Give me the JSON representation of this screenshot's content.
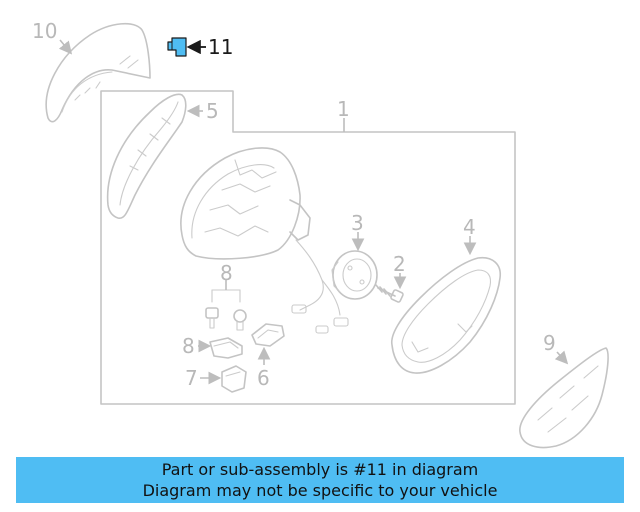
{
  "diagram": {
    "highlighted_part": "11",
    "callouts": {
      "c1": "1",
      "c2": "2",
      "c3": "3",
      "c4": "4",
      "c5": "5",
      "c6": "6",
      "c7": "7",
      "c8a": "8",
      "c8b": "8",
      "c9": "9",
      "c10": "10",
      "c11": "11"
    },
    "colors": {
      "highlight": "#4fbdf3",
      "linework": "#c4c4c4",
      "banner": "#4fbdf3"
    }
  },
  "banner": {
    "line1": "Part or sub-assembly is #11 in diagram",
    "line2": "Diagram may not be specific to your vehicle"
  }
}
